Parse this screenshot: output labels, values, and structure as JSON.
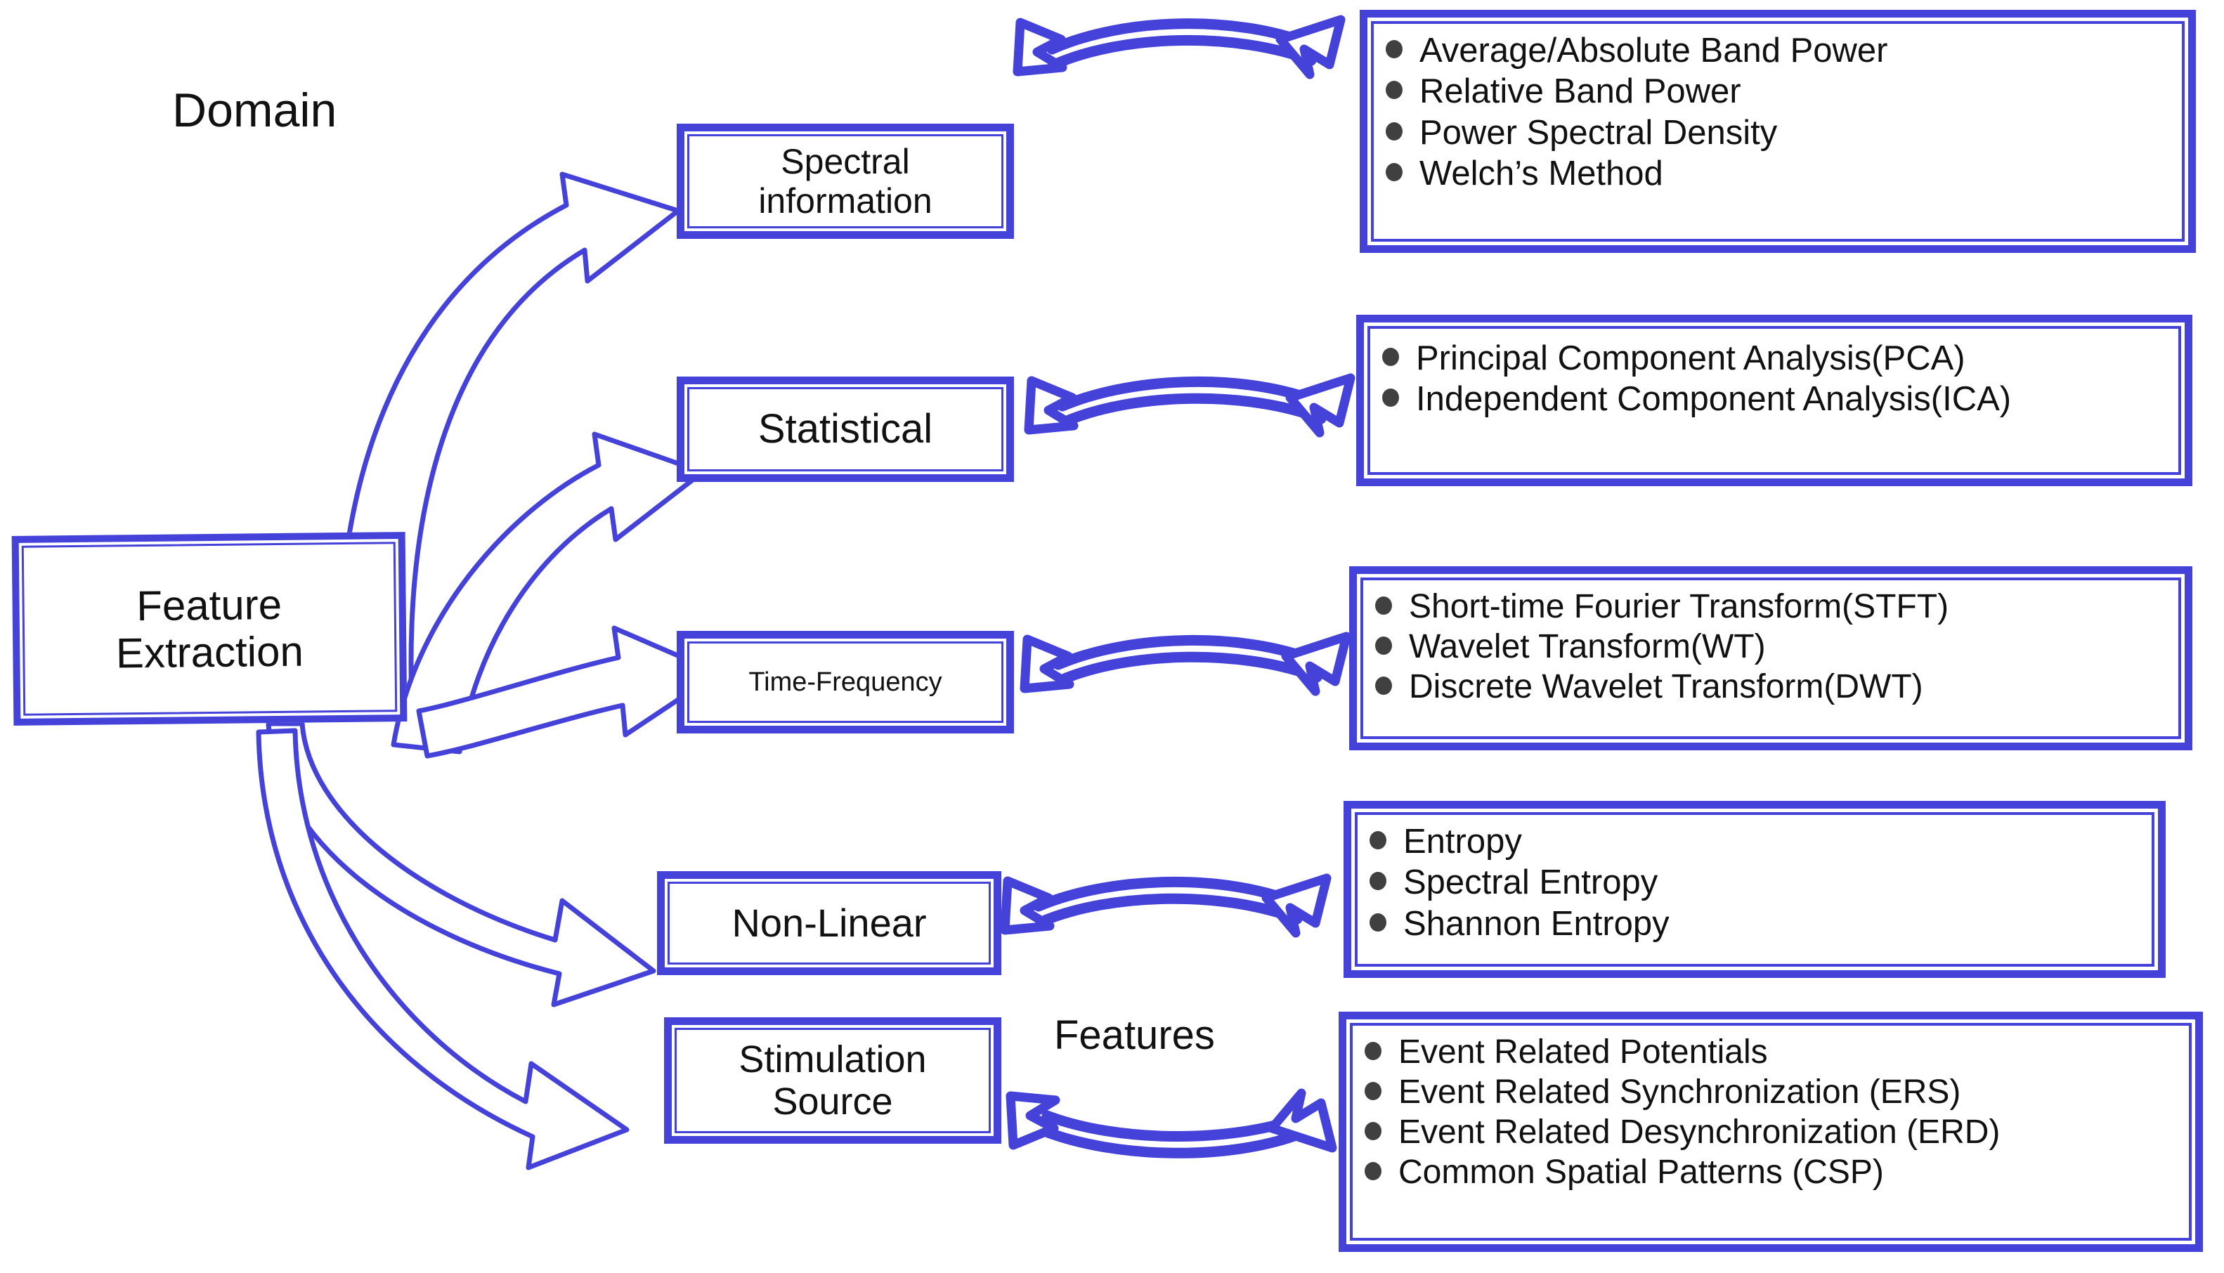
{
  "diagram": {
    "title_label": "Domain",
    "features_label": "Features",
    "root": {
      "line1": "Feature",
      "line2": "Extraction"
    },
    "accent_color": "#4442d8",
    "bullet_color": "#404040",
    "text_color": "#111111"
  },
  "categories": [
    {
      "id": "spectral",
      "line1": "Spectral",
      "line2": "information"
    },
    {
      "id": "statistical",
      "line1": "Statistical",
      "line2": ""
    },
    {
      "id": "timefreq",
      "line1": "Time-Frequency",
      "line2": ""
    },
    {
      "id": "nonlinear",
      "line1": "Non-Linear",
      "line2": ""
    },
    {
      "id": "stimulation",
      "line1": "Stimulation",
      "line2": "Source"
    }
  ],
  "lists": {
    "spectral": [
      "Average/Absolute  Band Power",
      "Relative Band Power",
      "Power Spectral Density",
      "Welch’s Method"
    ],
    "statistical": [
      "Principal Component Analysis(PCA)",
      "Independent Component Analysis(ICA)"
    ],
    "timefreq": [
      "Short-time Fourier Transform(STFT)",
      "Wavelet Transform(WT)",
      "Discrete Wavelet Transform(DWT)"
    ],
    "nonlinear": [
      "Entropy",
      "Spectral Entropy",
      "Shannon Entropy"
    ],
    "stimulation": [
      "Event Related  Potentials",
      "Event Related  Synchronization (ERS)",
      "Event Related  Desynchronization (ERD)",
      "Common Spatial Patterns (CSP)"
    ]
  }
}
